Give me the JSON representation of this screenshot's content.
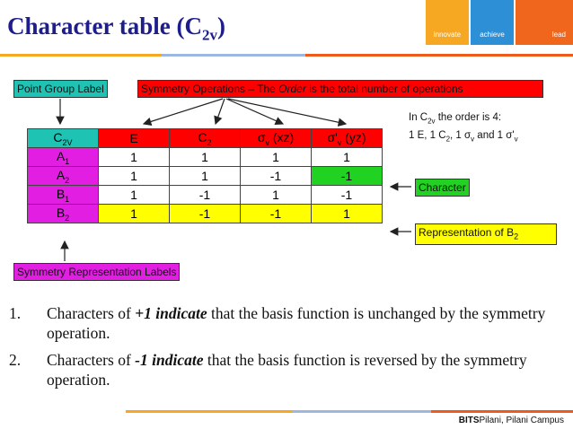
{
  "title": {
    "main": "Character table (C",
    "sub": "2v",
    "close": ")"
  },
  "brand": {
    "tags": [
      "innovate",
      "achieve",
      "lead"
    ],
    "colors": [
      "#f7a823",
      "#2d8fd5",
      "#f0661c",
      "#ee5a1a"
    ]
  },
  "labels": {
    "point_group": "Point Group Label",
    "symmetry_ops_pre": "Symmetry Operations – The ",
    "symmetry_ops_em": "Order",
    "symmetry_ops_post": " is the total number of operations",
    "character": "Character",
    "representation_pre": "Representation of B",
    "representation_sub": "2",
    "sym_rep_labels": "Symmetry Representation Labels"
  },
  "note": {
    "line1_pre": "In C",
    "line1_sub": "2v",
    "line1_post": " the order is 4:",
    "line2_a": "1 E, 1 C",
    "line2_b": "2",
    "line2_c": ", 1 σ",
    "line2_d": "v",
    "line2_e": " and 1 σ'",
    "line2_f": "v"
  },
  "table": {
    "header": {
      "group": "C",
      "group_sub": "2V",
      "e": "E",
      "c2": "C",
      "c2_sub": "2",
      "sv": "σ",
      "sv_sub": "v",
      "sv_post": " (xz)",
      "sv2": "σ'",
      "sv2_sub": "v",
      "sv2_post": " (yz)"
    },
    "rows": [
      {
        "sym": "A",
        "sub": "1",
        "vals": [
          "1",
          "1",
          "1",
          "1"
        ]
      },
      {
        "sym": "A",
        "sub": "2",
        "vals": [
          "1",
          "1",
          "-1",
          "-1"
        ]
      },
      {
        "sym": "B",
        "sub": "1",
        "vals": [
          "1",
          "-1",
          "1",
          "-1"
        ]
      },
      {
        "sym": "B",
        "sub": "2",
        "vals": [
          "1",
          "-1",
          "-1",
          "1"
        ]
      }
    ]
  },
  "points": [
    {
      "num": "1.",
      "pre": "Characters of ",
      "em": "+1 indicate",
      "post": " that the basis function is unchanged by the symmetry operation."
    },
    {
      "num": "2.",
      "pre": "Characters of ",
      "em": "-1 indicate",
      "post": " that the basis function is reversed by the symmetry operation."
    }
  ],
  "footer": {
    "bold": "BITS",
    "rest": "Pilani, Pilani Campus"
  }
}
